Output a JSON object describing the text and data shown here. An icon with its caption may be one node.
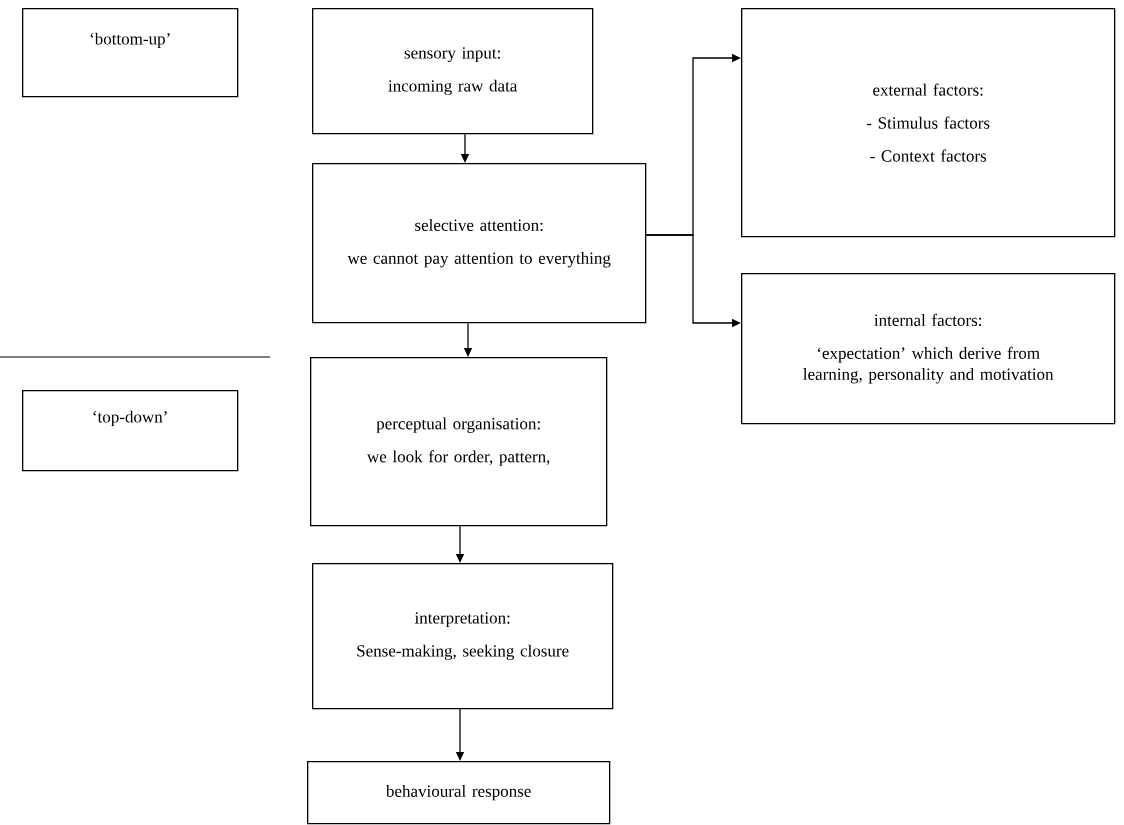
{
  "diagram": {
    "nodes": [
      {
        "text": [
          "‘bottom-up’"
        ]
      },
      {
        "text": [
          "sensory input:",
          "incoming raw data"
        ]
      },
      {
        "text": [
          "selective attention:",
          "we cannot pay attention to everything"
        ]
      },
      {
        "text": [
          "external factors:",
          "- Stimulus factors",
          "- Context factors"
        ]
      },
      {
        "text": [
          "internal factors:",
          "‘expectation’ which derive from learning, personality and motivation"
        ]
      },
      {
        "text": [
          "‘top-down’"
        ]
      },
      {
        "text": [
          "perceptual organisation:",
          "we look for order, pattern,"
        ]
      },
      {
        "text": [
          "interpretation:",
          "Sense-making, seeking closure"
        ]
      },
      {
        "text": [
          "behavioural response"
        ]
      }
    ],
    "edges": [
      {
        "from": 1,
        "to": 2,
        "arrow": "to"
      },
      {
        "from": 2,
        "to": 3,
        "arrow": "to"
      },
      {
        "from": 2,
        "to": 4,
        "arrow": "to"
      },
      {
        "from": 2,
        "to": 6,
        "arrow": "to"
      },
      {
        "from": 6,
        "to": 7,
        "arrow": "to"
      },
      {
        "from": 7,
        "to": 8,
        "arrow": "to"
      }
    ]
  }
}
